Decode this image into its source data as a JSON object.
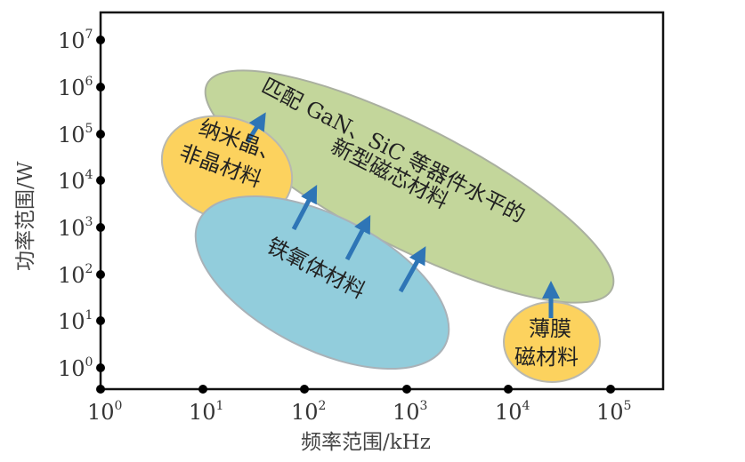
{
  "chart_data": {
    "type": "diagram-log-regions",
    "title": "",
    "xlabel": "频率范围/kHz",
    "ylabel": "功率范围/W",
    "x_scale": "log",
    "y_scale": "log",
    "xlim": [
      1,
      100000
    ],
    "ylim": [
      1,
      10000000
    ],
    "x_ticks": [
      {
        "base": "10",
        "exp": "0"
      },
      {
        "base": "10",
        "exp": "1"
      },
      {
        "base": "10",
        "exp": "2"
      },
      {
        "base": "10",
        "exp": "3"
      },
      {
        "base": "10",
        "exp": "4"
      },
      {
        "base": "10",
        "exp": "5"
      }
    ],
    "y_ticks": [
      {
        "base": "10",
        "exp": "7"
      },
      {
        "base": "10",
        "exp": "6"
      },
      {
        "base": "10",
        "exp": "5"
      },
      {
        "base": "10",
        "exp": "4"
      },
      {
        "base": "10",
        "exp": "3"
      },
      {
        "base": "10",
        "exp": "2"
      },
      {
        "base": "10",
        "exp": "1"
      },
      {
        "base": "10",
        "exp": "0"
      }
    ],
    "grid": false,
    "regions": [
      {
        "name": "new-magnetic-core-materials",
        "label_line1": "匹配 GaN、SiC 等器件水平的",
        "label_line2": "新型磁芯材料",
        "color": "#c3d69b",
        "approx_x_range_kHz": [
          10,
          100000
        ],
        "approx_y_range_W": [
          10,
          1000000
        ]
      },
      {
        "name": "nanocrystalline-amorphous-materials",
        "label_line1": "纳米晶、",
        "label_line2": "非晶材料",
        "color": "#fcd25e",
        "approx_x_range_kHz": [
          6,
          25
        ],
        "approx_y_range_W": [
          1000,
          100000
        ]
      },
      {
        "name": "ferrite-materials",
        "label_line1": "铁氧体材料",
        "label_line2": "",
        "color": "#92cddc",
        "approx_x_range_kHz": [
          10,
          2000
        ],
        "approx_y_range_W": [
          1,
          10000
        ]
      },
      {
        "name": "thin-film-magnetic-materials",
        "label_line1": "薄膜",
        "label_line2": "磁材料",
        "color": "#fcd25e",
        "approx_x_range_kHz": [
          10000,
          100000
        ],
        "approx_y_range_W": [
          0.5,
          30
        ]
      }
    ],
    "arrows": {
      "color": "#2e75b6",
      "count": 5,
      "meaning": "upgrade path toward new magnetic core materials"
    }
  }
}
